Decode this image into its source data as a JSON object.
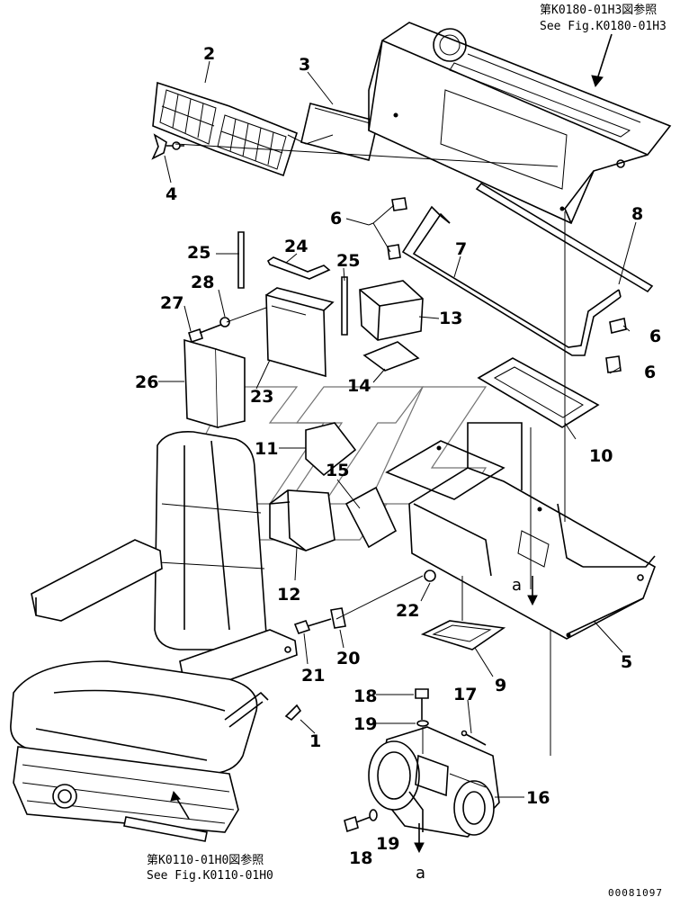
{
  "references": {
    "top": {
      "jp": "第K0180-01H3図参照",
      "en": "See Fig.K0180-01H3"
    },
    "bottom": {
      "jp": "第K0110-01H0図参照",
      "en": "See Fig.K0110-01H0"
    }
  },
  "callouts": {
    "c1": "1",
    "c2": "2",
    "c3": "3",
    "c4": "4",
    "c5": "5",
    "c6a": "6",
    "c6b": "6",
    "c6c": "6",
    "c7": "7",
    "c8": "8",
    "c9": "9",
    "c10": "10",
    "c11": "11",
    "c12": "12",
    "c13": "13",
    "c14": "14",
    "c15": "15",
    "c16": "16",
    "c17": "17",
    "c18a": "18",
    "c18b": "18",
    "c19a": "19",
    "c19b": "19",
    "c20": "20",
    "c21": "21",
    "c22": "22",
    "c23": "23",
    "c24": "24",
    "c25a": "25",
    "c25b": "25",
    "c26": "26",
    "c27": "27",
    "c28": "28"
  },
  "markers": {
    "a_top": "a",
    "a_bottom": "a"
  },
  "drawing_number": "00081097"
}
